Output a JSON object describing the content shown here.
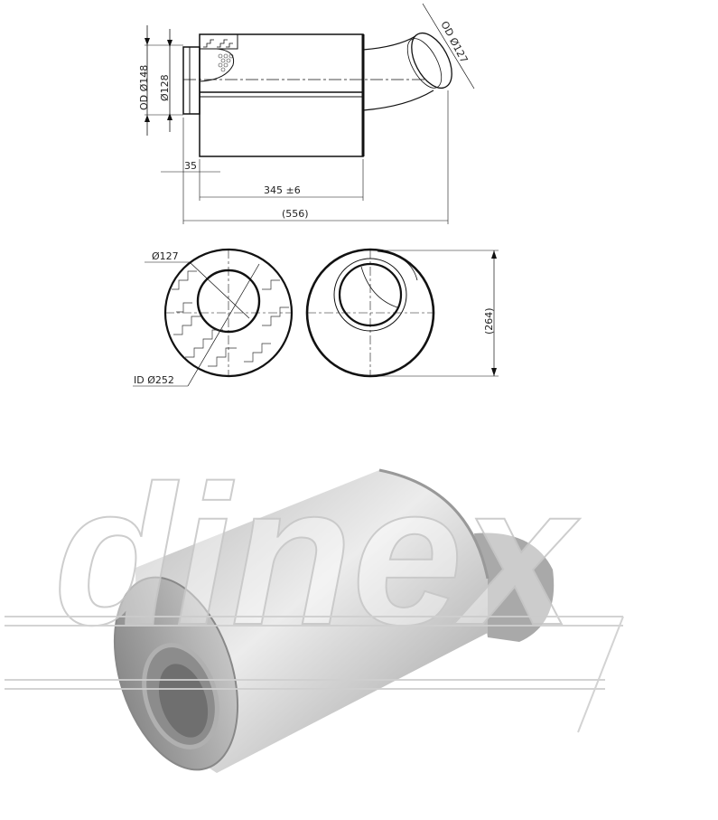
{
  "drawing": {
    "side_view": {
      "od_inlet": "OD Ø148",
      "id_inlet": "Ø128",
      "od_outlet": "OD Ø127",
      "inlet_length": "35",
      "body_length": "345 ±6",
      "overall_length": "(556)"
    },
    "end_view_left": {
      "pipe_diameter": "Ø127",
      "body_id": "ID Ø252"
    },
    "end_view_right": {
      "height": "(264)"
    }
  },
  "photo": {
    "watermark": "dinex",
    "subject": "muffler-product-photo"
  },
  "colors": {
    "line": "#111111",
    "metal_light": "#d9d9d9",
    "metal_dark": "#8f8f8f",
    "watermark": "#cfcfcf"
  }
}
